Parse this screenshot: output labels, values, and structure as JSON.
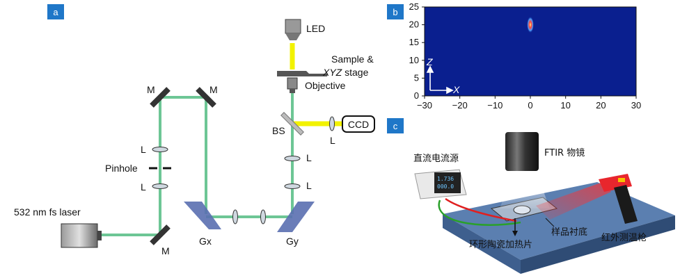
{
  "panels": {
    "a": "a",
    "b": "b",
    "c": "c"
  },
  "panel_a": {
    "laser": "532 nm fs laser",
    "mirror": "M",
    "lens": "L",
    "pinhole": "Pinhole",
    "grating_x": "Gx",
    "grating_y": "Gy",
    "beam_splitter": "BS",
    "ccd": "CCD",
    "led": "LED",
    "sample_line1": "Sample &",
    "sample_line2_italic": "XYZ",
    "sample_line2_rest": " stage",
    "objective": "Objective",
    "colors": {
      "green_beam": "#3cb371",
      "yellow_beam": "#f2f200",
      "grating": "#5a6fb0"
    }
  },
  "panel_b": {
    "axis_z": "Z",
    "axis_x": "X",
    "x_ticks": [
      "−30",
      "−20",
      "−10",
      "0",
      "10",
      "20",
      "30"
    ],
    "y_ticks": [
      "0",
      "5",
      "10",
      "15",
      "20",
      "25"
    ],
    "colors": {
      "background": "#0a1f8f",
      "hotspot": "#ffff66"
    }
  },
  "panel_c": {
    "power_supply": "直流电流源",
    "ftir": "FTIR 物镜",
    "ir_gun": "红外测温枪",
    "substrate": "样品衬底",
    "heater": "环形陶瓷加热片",
    "display_line1": "1.736",
    "display_line2": "000.0",
    "colors": {
      "plate": "#5b7fb0",
      "red_wire": "#e02020",
      "green_wire": "#2aa02a"
    }
  },
  "chart_data": {
    "type": "heatmap",
    "title": "",
    "xlabel": "X",
    "ylabel": "Z",
    "xlim": [
      -30,
      30
    ],
    "ylim": [
      0,
      25
    ],
    "x_ticks": [
      -30,
      -20,
      -10,
      0,
      10,
      20,
      30
    ],
    "y_ticks": [
      0,
      5,
      10,
      15,
      20,
      25
    ],
    "peak": {
      "x": 0,
      "z": 20
    },
    "grid": false
  }
}
